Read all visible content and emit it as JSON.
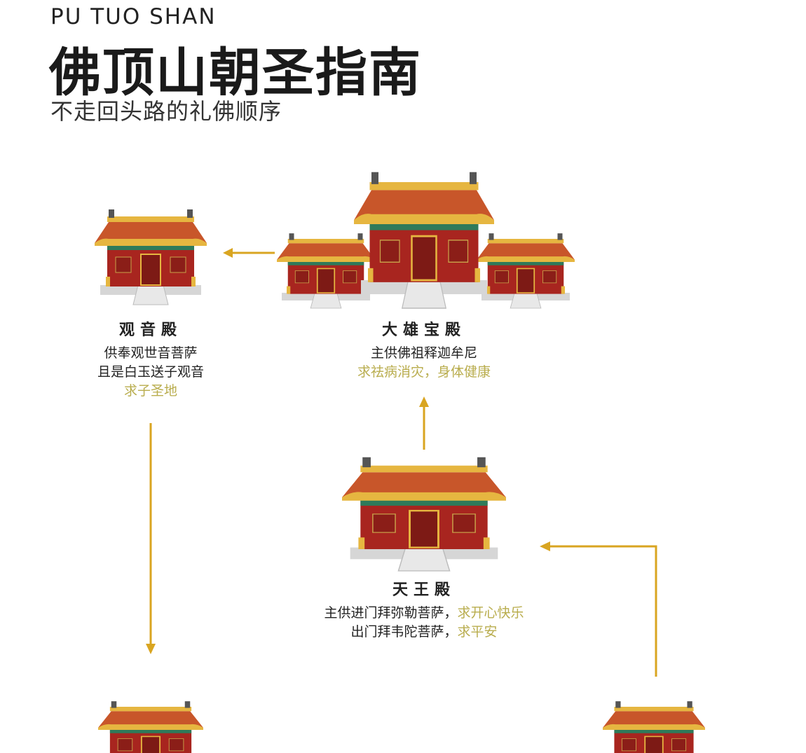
{
  "header": {
    "english_title": "PU TUO SHAN",
    "title": "佛顶山朝圣指南",
    "subtitle": "不走回头路的礼佛顺序"
  },
  "halls": {
    "guanyin": {
      "name": "观音殿",
      "line1": "供奉观世音菩萨",
      "line2": "且是白玉送子观音",
      "wish": "求子圣地"
    },
    "daxiong": {
      "name": "大雄宝殿",
      "line1": "主供佛祖释迦牟尼",
      "wish": "求祛病消灾，身体健康"
    },
    "tianwang": {
      "name": "天王殿",
      "line1": "主供进门拜弥勒菩萨，",
      "wish1": "求开心快乐",
      "line2": "出门拜韦陀菩萨，",
      "wish2": "求平安"
    }
  },
  "colors": {
    "arrow": "#d9a521",
    "roof": "#c8562a",
    "roof_edge": "#e6b640",
    "wall": "#a8251f",
    "wish_text": "#b9ad4e"
  }
}
